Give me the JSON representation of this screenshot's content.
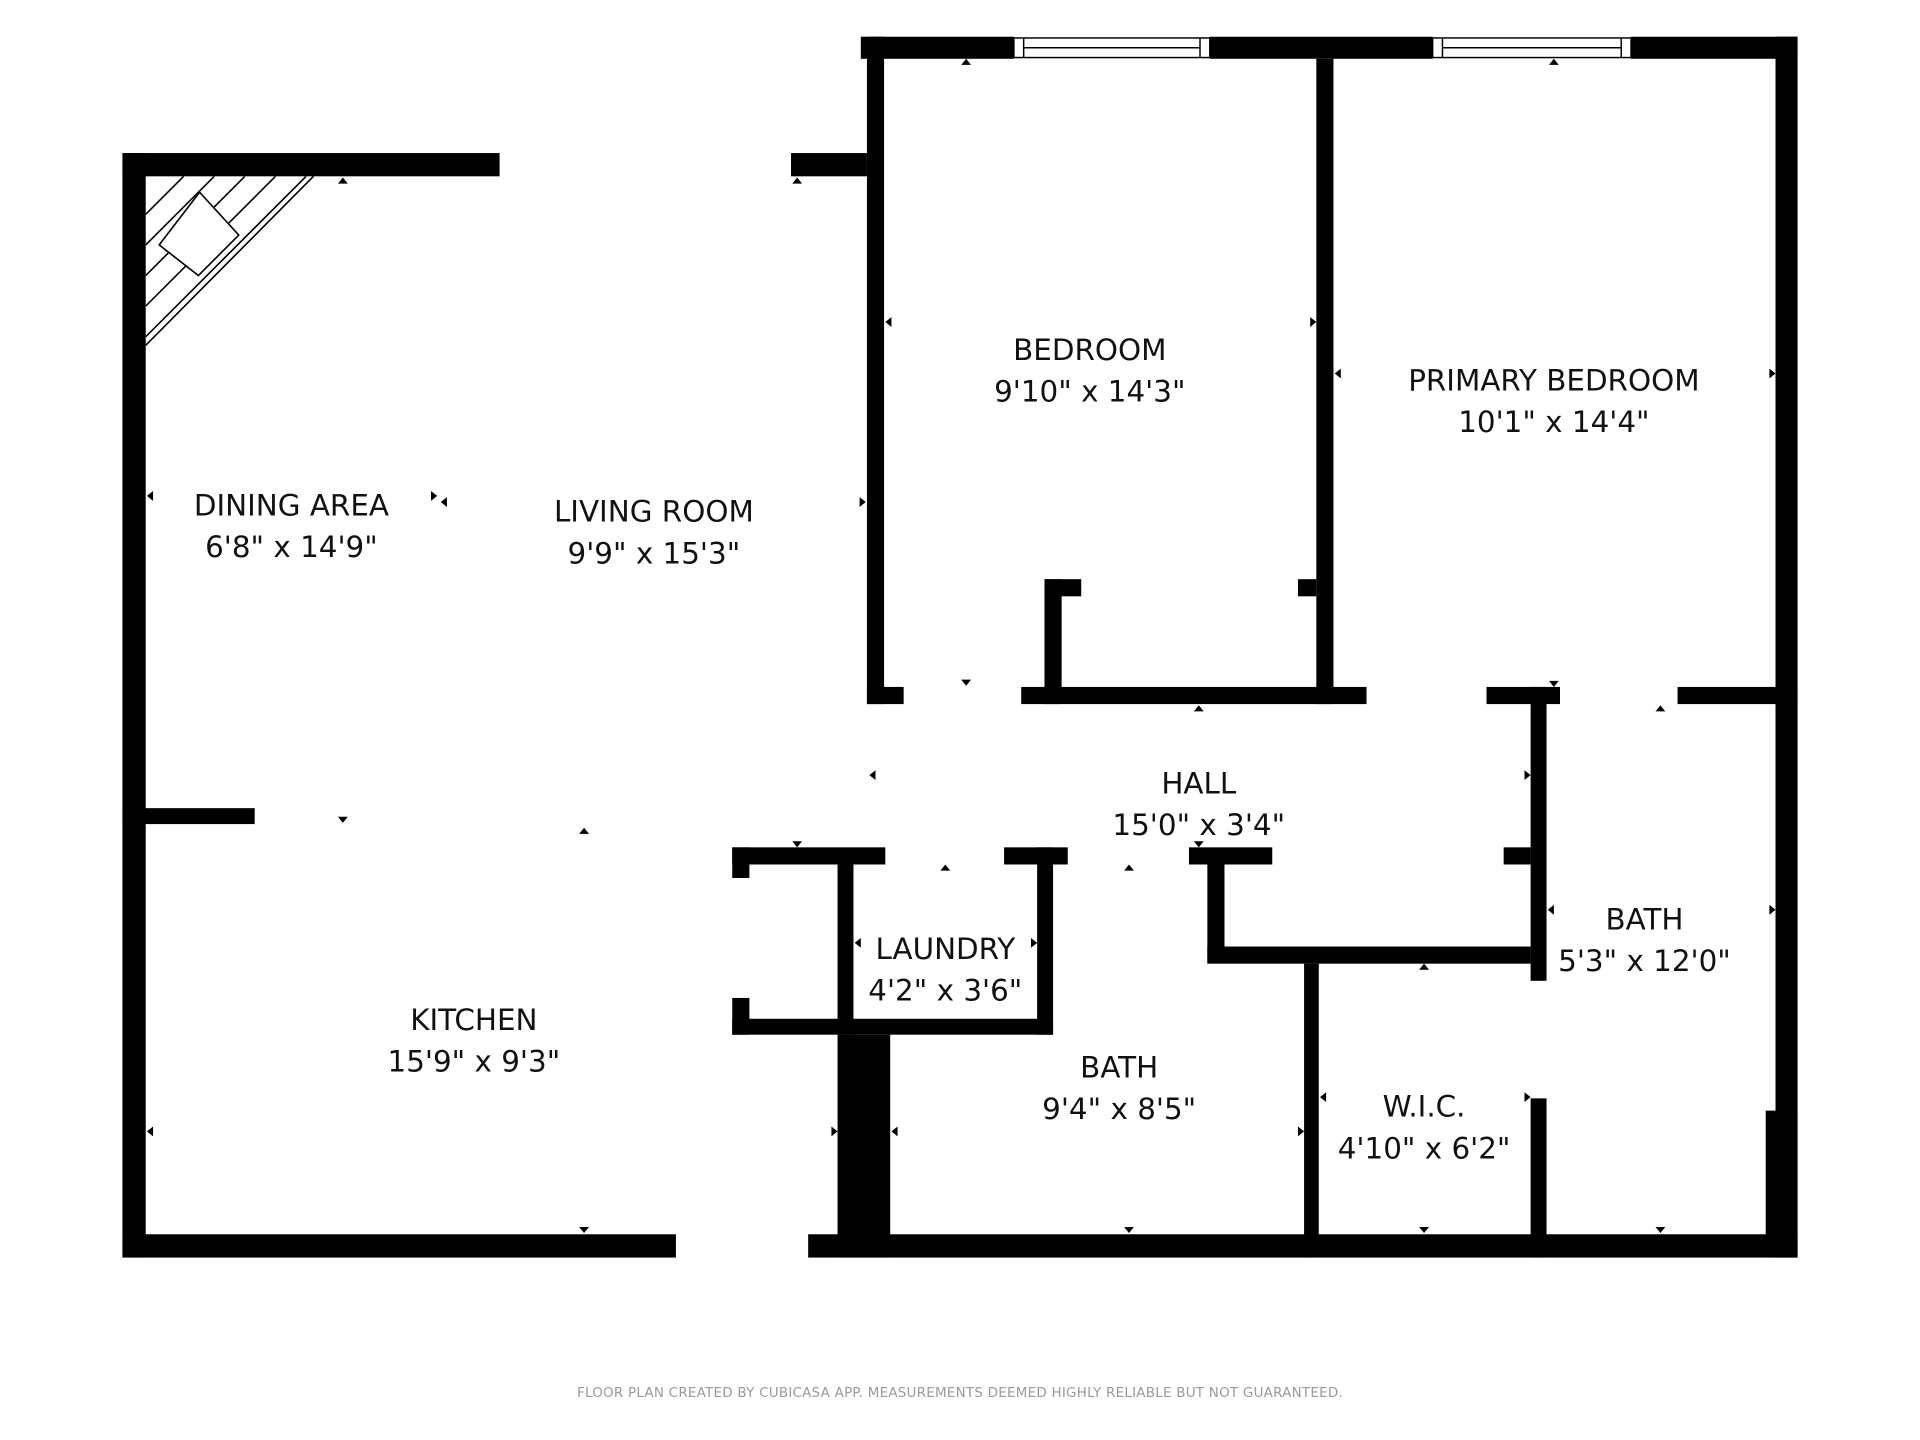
{
  "rooms": [
    {
      "name": "BEDROOM",
      "dims": "9'10\" x 14'3\""
    },
    {
      "name": "PRIMARY BEDROOM",
      "dims": "10'1\" x 14'4\""
    },
    {
      "name": "DINING AREA",
      "dims": "6'8\" x 14'9\""
    },
    {
      "name": "LIVING ROOM",
      "dims": "9'9\" x 15'3\""
    },
    {
      "name": "HALL",
      "dims": "15'0\" x 3'4\""
    },
    {
      "name": "LAUNDRY",
      "dims": "4'2\" x 3'6\""
    },
    {
      "name": "KITCHEN",
      "dims": "15'9\" x 9'3\""
    },
    {
      "name": "BATH",
      "dims": "9'4\" x 8'5\""
    },
    {
      "name": "W.I.C.",
      "dims": "4'10\" x 6'2\""
    },
    {
      "name": "BATH",
      "dims": "5'3\" x 12'0\""
    }
  ],
  "footer": "FLOOR PLAN CREATED BY CUBICASA APP. MEASUREMENTS DEEMED HIGHLY RELIABLE BUT NOT GUARANTEED.",
  "colors": {
    "wall": "#000000",
    "background": "#ffffff",
    "footer_text": "#9a9a9a"
  }
}
